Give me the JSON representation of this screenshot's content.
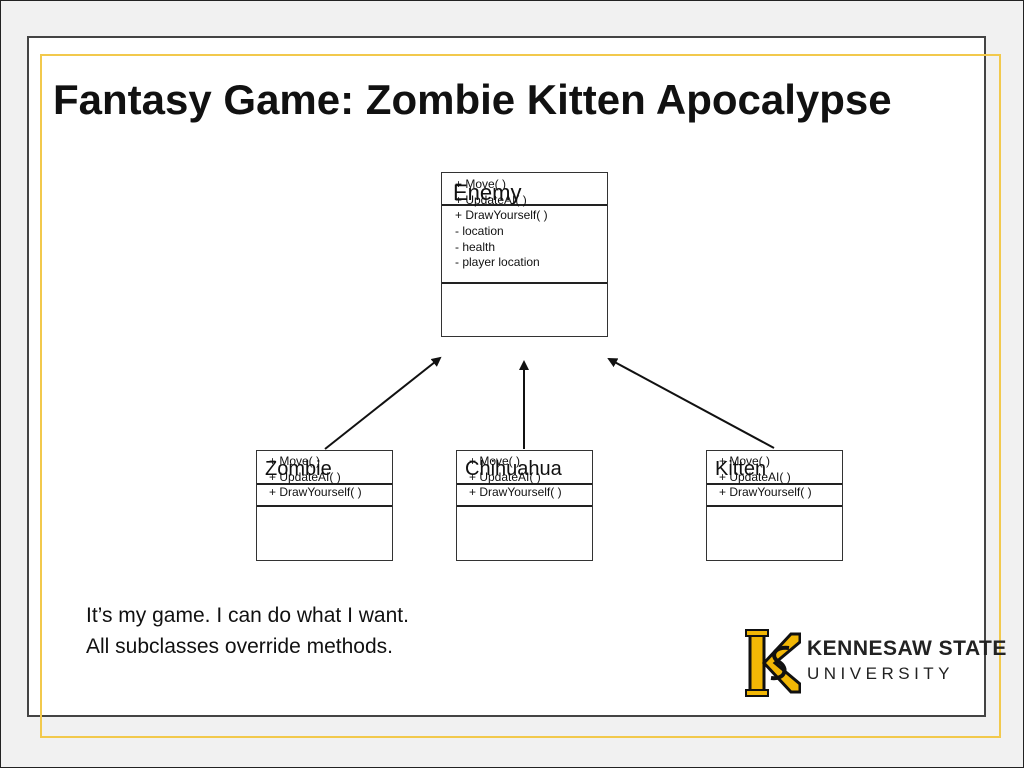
{
  "slide": {
    "title": "Fantasy Game: Zombie Kitten Apocalypse",
    "notes": [
      "It’s my game.  I can do what I want.",
      "All subclasses override methods."
    ]
  },
  "diagram": {
    "base": {
      "name": "Enemy",
      "attributes": [
        "- location",
        "- health",
        "- player location"
      ],
      "methods": [
        "+ Move( )",
        "+ UpdateAI( )",
        "+ DrawYourself( )"
      ]
    },
    "subclasses": [
      {
        "name": "Zombie",
        "attributes": [],
        "methods": [
          "+ Move( )",
          "+ UpdateAI( )",
          "+ DrawYourself( )"
        ]
      },
      {
        "name": "Chihuahua",
        "attributes": [],
        "methods": [
          "+ Move( )",
          "+ UpdateAI( )",
          "+ DrawYourself( )"
        ]
      },
      {
        "name": "Kitten",
        "attributes": [],
        "methods": [
          "+ Move( )",
          "+ UpdateAI( )",
          "+ DrawYourself( )"
        ]
      }
    ],
    "relationships": [
      {
        "from": "Zombie",
        "to": "Enemy",
        "type": "inheritance"
      },
      {
        "from": "Chihuahua",
        "to": "Enemy",
        "type": "inheritance"
      },
      {
        "from": "Kitten",
        "to": "Enemy",
        "type": "inheritance"
      }
    ]
  },
  "logo": {
    "line1": "KENNESAW STATE",
    "line2": "UNIVERSITY",
    "monogram": "KS",
    "colors": {
      "gold": "#f2b705",
      "black": "#111111"
    }
  },
  "colors": {
    "accent_rule": "#f2c94c",
    "panel_border": "#444444"
  }
}
